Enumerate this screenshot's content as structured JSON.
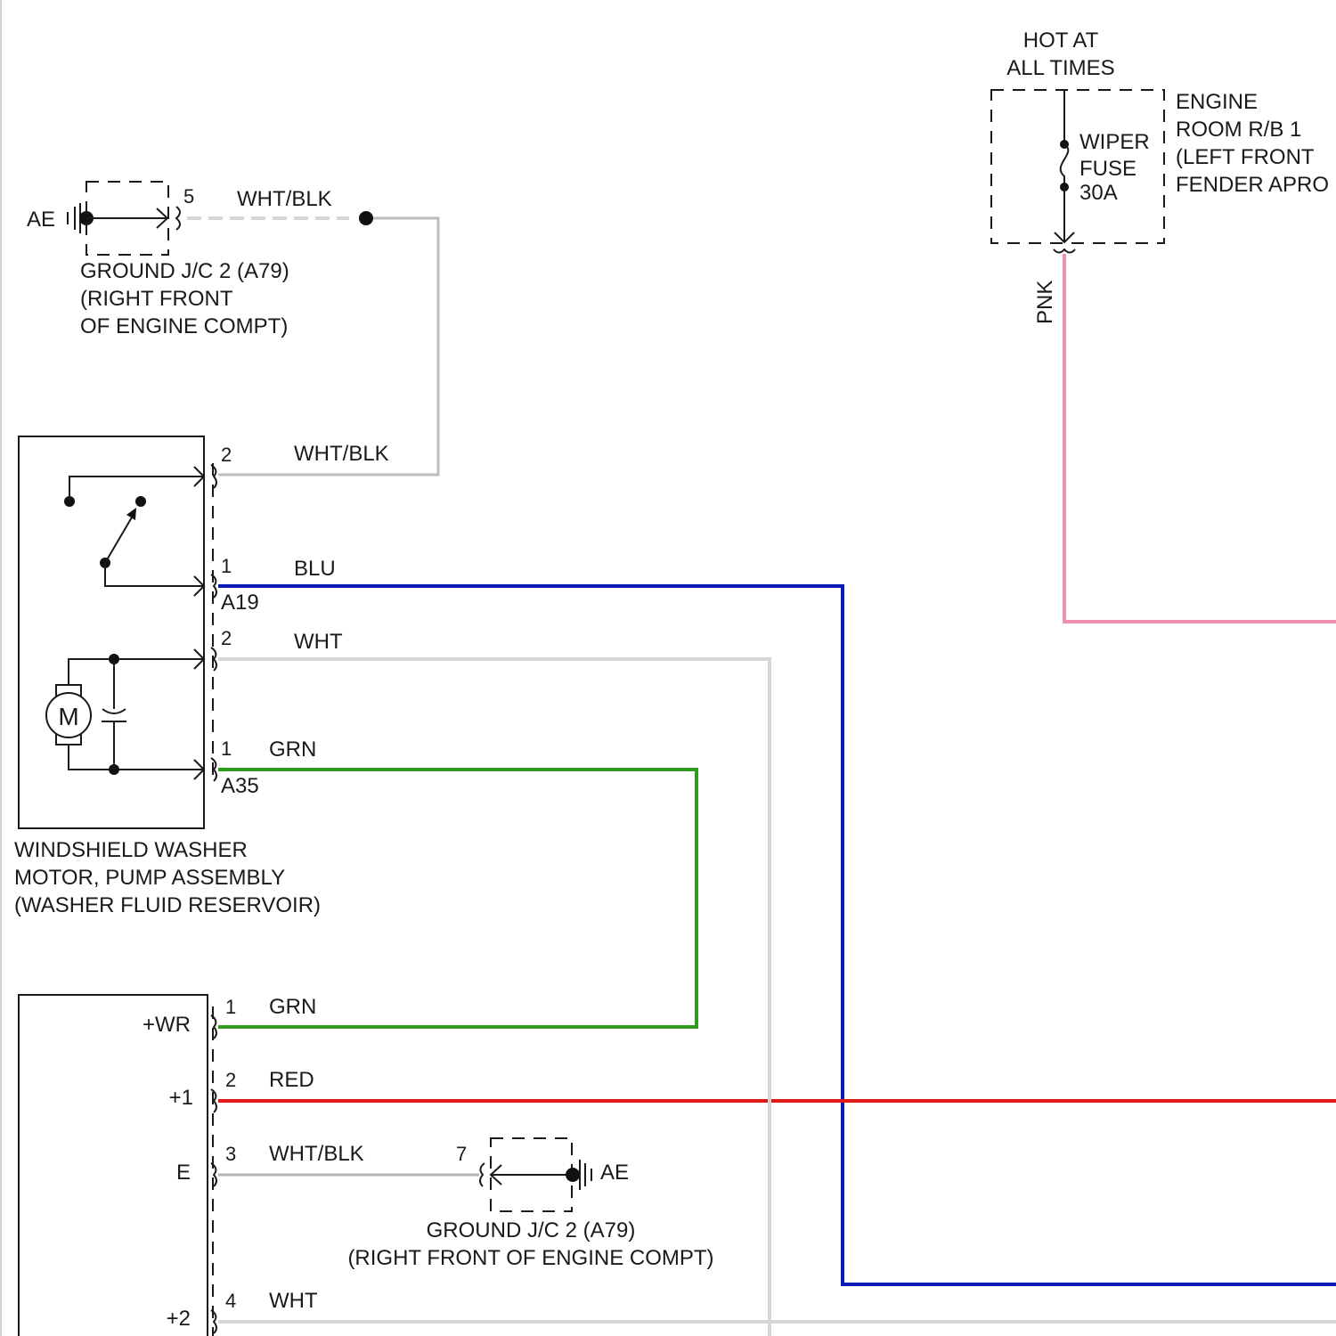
{
  "hot_label": [
    "HOT AT",
    "ALL TIMES"
  ],
  "relay_box": {
    "label": [
      "ENGINE",
      "ROOM R/B 1",
      "(LEFT FRONT",
      "FENDER APRO"
    ],
    "fuse": [
      "WIPER",
      "FUSE",
      "30A"
    ],
    "wire_color": "PNK"
  },
  "ground_top": {
    "code": "AE",
    "pin": "5",
    "wire": "WHT/BLK",
    "label": [
      "GROUND J/C 2 (A79)",
      "(RIGHT FRONT",
      "OF ENGINE COMPT)"
    ]
  },
  "washer_motor": {
    "label": [
      "WINDSHIELD WASHER",
      "MOTOR, PUMP ASSEMBLY",
      "(WASHER FLUID RESERVOIR)"
    ],
    "motor_symbol": "M",
    "connector_top": "A19",
    "connector_bottom": "A35",
    "pins": [
      {
        "num": "2",
        "wire": "WHT/BLK"
      },
      {
        "num": "1",
        "wire": "BLU"
      },
      {
        "num": "2",
        "wire": "WHT"
      },
      {
        "num": "1",
        "wire": "GRN"
      }
    ]
  },
  "lower_module": {
    "pins": [
      {
        "term": "+WR",
        "num": "1",
        "wire": "GRN"
      },
      {
        "term": "+1",
        "num": "2",
        "wire": "RED"
      },
      {
        "term": "E",
        "num": "3",
        "wire": "WHT/BLK"
      },
      {
        "term": "+2",
        "num": "4",
        "wire": "WHT"
      }
    ]
  },
  "ground_bottom": {
    "code": "AE",
    "pin": "7",
    "label": [
      "GROUND J/C 2 (A79)",
      "(RIGHT FRONT OF ENGINE COMPT)"
    ]
  },
  "colors": {
    "blu": "#0a1ab8",
    "grn": "#2f9a1e",
    "red": "#e01a1a",
    "pnk": "#ef8fae",
    "wht": "#d6d6d6",
    "whtblk": "#b4b4b4"
  }
}
